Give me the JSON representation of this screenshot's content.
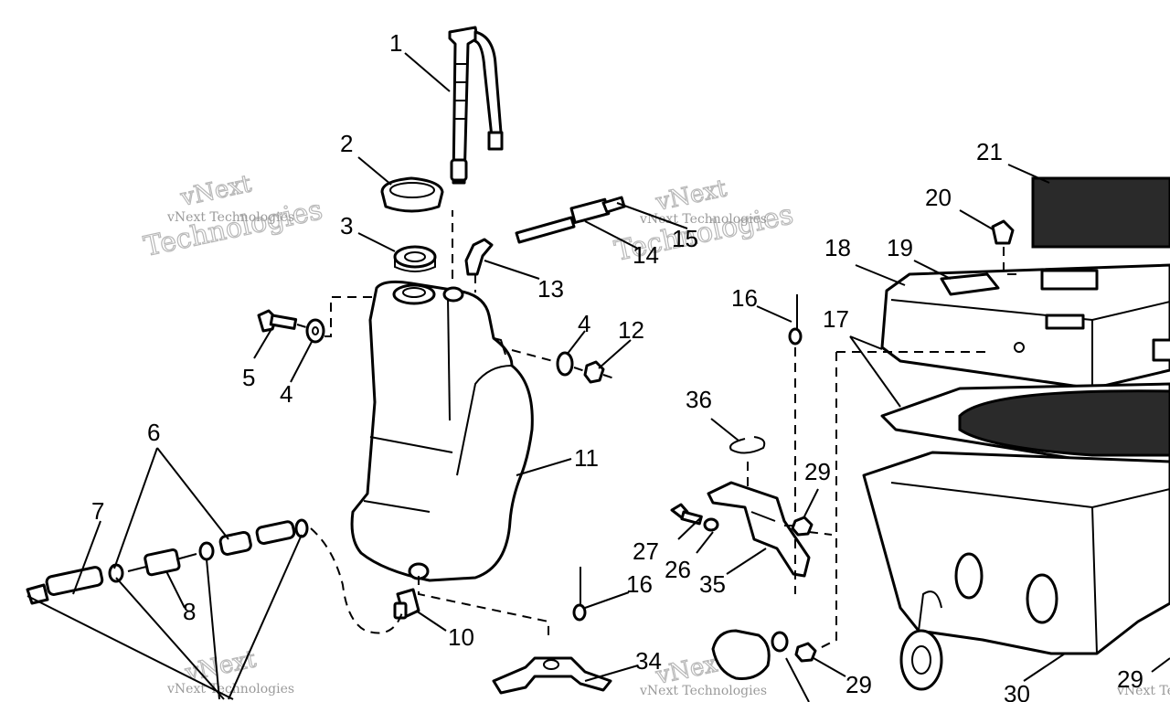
{
  "watermark": {
    "line1": "vNext",
    "line2": "Technologies",
    "caption": "vNext Technologies"
  },
  "callouts": {
    "c1": "1",
    "c2": "2",
    "c3": "3",
    "c4a": "4",
    "c4b": "4",
    "c5": "5",
    "c6": "6",
    "c7": "7",
    "c8": "8",
    "c10": "10",
    "c11": "11",
    "c12": "12",
    "c13": "13",
    "c14": "14",
    "c15": "15",
    "c16a": "16",
    "c16b": "16",
    "c17": "17",
    "c18": "18",
    "c19": "19",
    "c20": "20",
    "c21": "21",
    "c26": "26",
    "c27": "27",
    "c29a": "29",
    "c29b": "29",
    "c29c": "29",
    "c30": "30",
    "c34": "34",
    "c35": "35",
    "c36": "36"
  }
}
